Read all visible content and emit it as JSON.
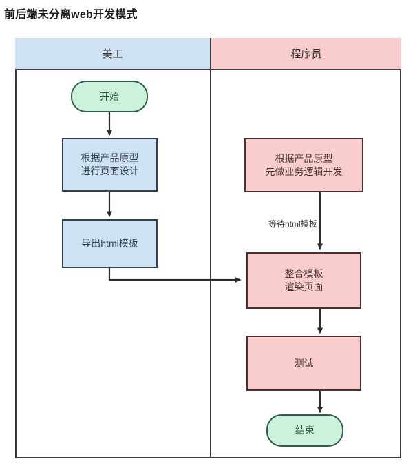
{
  "page": {
    "title": "前后端未分离web开发模式"
  },
  "colors": {
    "frame_border": "#3b3b3b",
    "lane_left_header_bg": "#cfe2f3",
    "lane_right_header_bg": "#f9cdcd",
    "terminal_fill": "#ccf2dd",
    "terminal_border": "#2f5d46",
    "blue_fill": "#cfe2f3",
    "blue_border": "#31404f",
    "pink_fill": "#f9cdcd",
    "pink_border": "#4a3030",
    "edge_stroke": "#2b2b2b"
  },
  "diagram": {
    "type": "swimlane-flowchart",
    "lanes": [
      {
        "id": "designer",
        "label": "美工"
      },
      {
        "id": "programmer",
        "label": "程序员"
      }
    ],
    "nodes": [
      {
        "id": "start",
        "lane": "designer",
        "shape": "terminal",
        "label": "开始"
      },
      {
        "id": "design",
        "lane": "designer",
        "shape": "rectangle",
        "label": "根据产品原型\n进行页面设计"
      },
      {
        "id": "export",
        "lane": "designer",
        "shape": "rectangle",
        "label": "导出html模板"
      },
      {
        "id": "logic",
        "lane": "programmer",
        "shape": "rectangle",
        "label": "根据产品原型\n先做业务逻辑开发"
      },
      {
        "id": "integrate",
        "lane": "programmer",
        "shape": "rectangle",
        "label": "整合模板\n渲染页面"
      },
      {
        "id": "test",
        "lane": "programmer",
        "shape": "rectangle",
        "label": "测试"
      },
      {
        "id": "end",
        "lane": "programmer",
        "shape": "terminal",
        "label": "结束"
      }
    ],
    "edges": [
      {
        "from": "start",
        "to": "design",
        "label": ""
      },
      {
        "from": "design",
        "to": "export",
        "label": ""
      },
      {
        "from": "export",
        "to": "integrate",
        "label": ""
      },
      {
        "from": "logic",
        "to": "integrate",
        "label": "等待html模板"
      },
      {
        "from": "integrate",
        "to": "test",
        "label": ""
      },
      {
        "from": "test",
        "to": "end",
        "label": ""
      }
    ]
  }
}
